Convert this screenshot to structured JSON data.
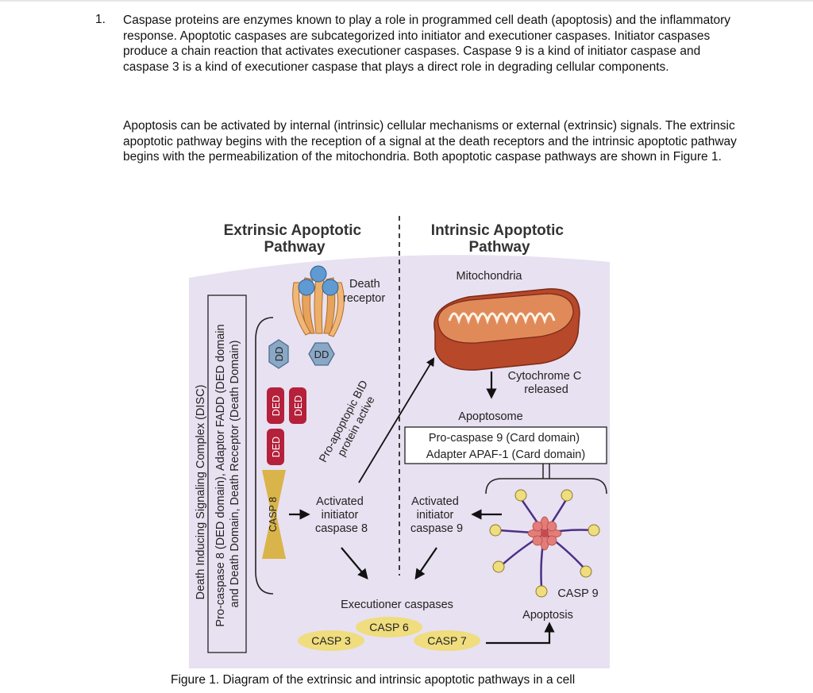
{
  "question": {
    "number": "1.",
    "paragraph1": "Caspase proteins are enzymes known to play a role in programmed cell death (apoptosis) and the inflammatory response. Apoptotic caspases are subcategorized into initiator and executioner caspases. Initiator caspases produce a chain reaction that activates executioner caspases. Caspase 9 is a kind of initiator caspase and caspase 3 is a kind of executioner caspase that plays a direct role in degrading cellular components.",
    "paragraph2": "Apoptosis can be activated by internal (intrinsic) cellular mechanisms or external (extrinsic) signals. The extrinsic apoptotic pathway begins with the reception of a signal at the death receptors and the intrinsic apoptotic pathway begins with the permeabilization of the mitochondria. Both apoptotic caspase pathways are shown in Figure 1."
  },
  "figure": {
    "extrinsic_title": [
      "Extrinsic Apoptotic",
      "Pathway"
    ],
    "intrinsic_title": [
      "Intrinsic Apoptotic",
      "Pathway"
    ],
    "death_receptor": [
      "Death",
      "receptor"
    ],
    "mitochondria": "Mitochondria",
    "cytochrome": [
      "Cytochrome C",
      "released"
    ],
    "apoptosome": "Apoptosome",
    "apoptosome_box": [
      "Pro-caspase 9 (Card domain)",
      "Adapter APAF-1 (Card domain)"
    ],
    "dd": "DD",
    "ded": "DED",
    "casp8": "CASP 8",
    "bid": [
      "Pro-apoptopic BID",
      "protein active"
    ],
    "activated_8": [
      "Activated",
      "initiator",
      "caspase 8"
    ],
    "activated_9": [
      "Activated",
      "initiator",
      "caspase 9"
    ],
    "disc_label": "Death Inducing Signaling Complex (DISC)",
    "box_label": [
      "Pro-caspase 8 (DED domain), Adaptor FADD (DED domain",
      "and Death Domain, Death Receptor (Death Domain)"
    ],
    "executioner": "Executioner caspases",
    "casp3": "CASP 3",
    "casp6": "CASP 6",
    "casp7": "CASP 7",
    "casp9": "CASP 9",
    "apoptosis": "Apoptosis",
    "caption": "Figure 1. Diagram of the extrinsic and intrinsic apoptotic pathways in a cell"
  },
  "colors": {
    "panel": "#e8e1f1",
    "ded_red": "#b5203a",
    "casp8_gold": "#d9b44a",
    "dd_blue": "#8aa8c5",
    "receptor_orange": "#e8a35a",
    "ligand_blue": "#5f9ad2",
    "mito_orange": "#c5582e",
    "casp_yellow": "#efdd7e",
    "apoptosome_pink": "#e47c78",
    "arm_purple": "#4c2f86"
  }
}
